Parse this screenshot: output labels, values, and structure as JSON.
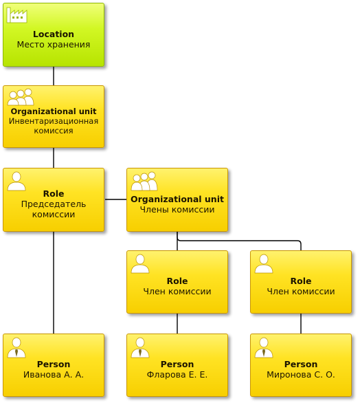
{
  "nodes": {
    "location": {
      "type": "Location",
      "name": "Место хранения",
      "icon": "factory-icon"
    },
    "org_inventory": {
      "type": "Organizational unit",
      "name": "Инвентаризационная комиссия",
      "icon": "people-group-icon"
    },
    "role_chair": {
      "type": "Role",
      "name": "Председатель комиссии",
      "icon": "person-icon"
    },
    "org_members": {
      "type": "Organizational unit",
      "name": "Члены комиссии",
      "icon": "people-group-icon"
    },
    "role_member_1": {
      "type": "Role",
      "name": "Член комиссии",
      "icon": "person-icon"
    },
    "role_member_2": {
      "type": "Role",
      "name": "Член комиссии",
      "icon": "person-icon"
    },
    "person_ivanova": {
      "type": "Person",
      "name": "Иванова А. А.",
      "icon": "person-tie-icon"
    },
    "person_flarova": {
      "type": "Person",
      "name": "Фларова Е. Е.",
      "icon": "person-tie-icon"
    },
    "person_mironova": {
      "type": "Person",
      "name": "Миронова С. О.",
      "icon": "person-tie-icon"
    }
  },
  "colors": {
    "location_fill": "#c8f000",
    "node_fill": "#ffdc00",
    "node_border": "#c99600",
    "connector": "#000000"
  }
}
